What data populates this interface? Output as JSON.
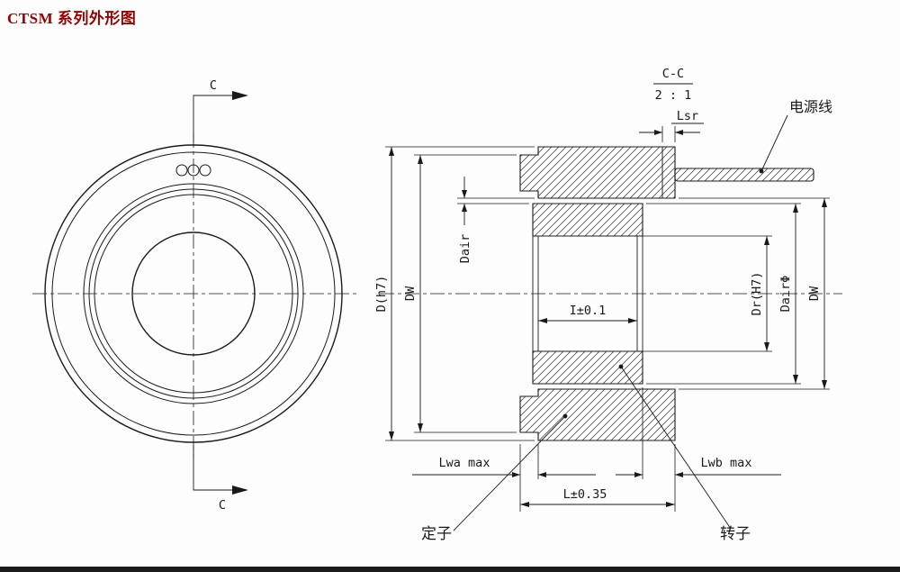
{
  "title": "CTSM 系列外形图",
  "front_view": {
    "section_mark_top": "C",
    "section_mark_bottom": "C"
  },
  "section_view": {
    "label": "C-C",
    "scale": "2 : 1",
    "dims": {
      "lsr": "Lsr",
      "d": "D(h7)",
      "dw_left": "DW",
      "dair": "Dair",
      "i": "I±0.1",
      "dr": "Dr(H7)",
      "dair_dia": "DairΦ",
      "dw_right": "DW",
      "lwa": "Lwa max",
      "lwb": "Lwb max",
      "l": "L±0.35"
    },
    "callouts": {
      "cable": "电源线",
      "stator": "定子",
      "rotor": "转子"
    }
  },
  "colors": {
    "line": "#1a1a1a",
    "title": "#990000",
    "background": "#fdfdfd"
  }
}
